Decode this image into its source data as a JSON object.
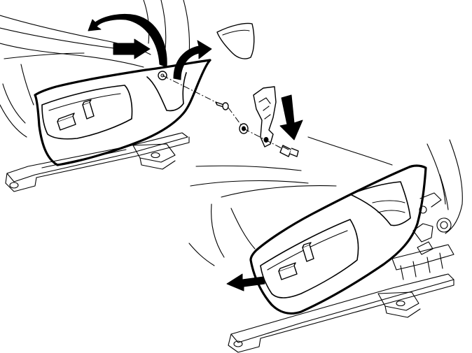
{
  "figure": {
    "views": [
      {
        "id": "upper-view",
        "parts": [
          "seat-cushion",
          "side-shield",
          "seat-adjust-switch",
          "cap",
          "bracket",
          "screw",
          "washer",
          "bolt",
          "seat-track"
        ]
      },
      {
        "id": "lower-view",
        "parts": [
          "seat-cushion",
          "side-shield",
          "seat-adjust-switch",
          "seat-track"
        ]
      }
    ],
    "arrows": [
      {
        "id": "arrow-rotate",
        "direction": "curved-left"
      },
      {
        "id": "arrow-push",
        "direction": "right"
      },
      {
        "id": "arrow-lift",
        "direction": "curved-right"
      },
      {
        "id": "arrow-down",
        "direction": "down"
      },
      {
        "id": "arrow-pull",
        "direction": "left"
      }
    ],
    "colors": {
      "line": "#000000",
      "background": "#ffffff"
    }
  }
}
